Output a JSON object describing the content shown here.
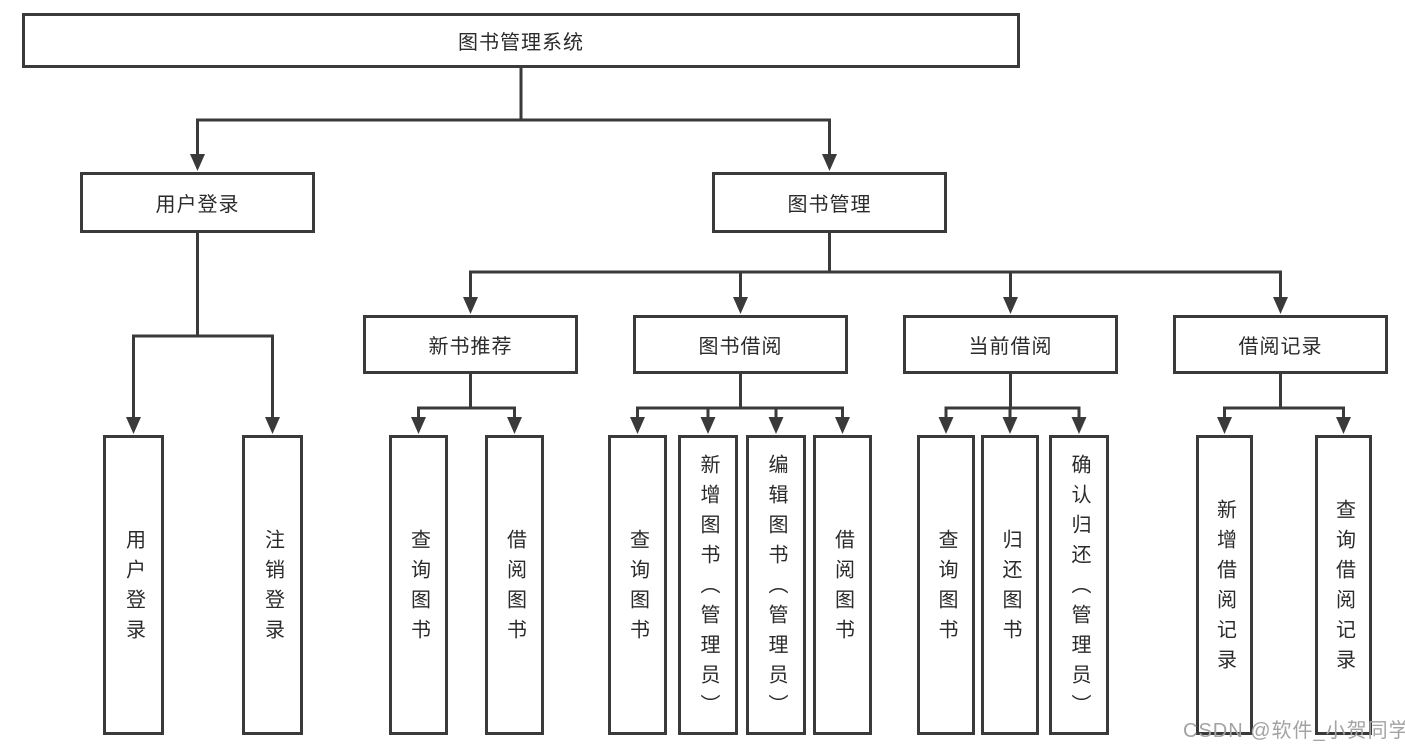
{
  "tree": {
    "label": "图书管理系统",
    "children": [
      {
        "label": "用户登录",
        "children": [
          {
            "label": "用户登录"
          },
          {
            "label": "注销登录"
          }
        ]
      },
      {
        "label": "图书管理",
        "children": [
          {
            "label": "新书推荐",
            "children": [
              {
                "label": "查询图书"
              },
              {
                "label": "借阅图书"
              }
            ]
          },
          {
            "label": "图书借阅",
            "children": [
              {
                "label": "查询图书"
              },
              {
                "label": "新增图书（管理员）"
              },
              {
                "label": "编辑图书（管理员）"
              },
              {
                "label": "借阅图书"
              }
            ]
          },
          {
            "label": "当前借阅",
            "children": [
              {
                "label": "查询图书"
              },
              {
                "label": "归还图书"
              },
              {
                "label": "确认归还（管理员）"
              }
            ]
          },
          {
            "label": "借阅记录",
            "children": [
              {
                "label": "新增借阅记录"
              },
              {
                "label": "查询借阅记录"
              }
            ]
          }
        ]
      }
    ]
  },
  "watermark": {
    "text": "CSDN @软件_小贺同学"
  },
  "colors": {
    "line": "#3a3a3a",
    "box_border": "#3a3a3a",
    "text": "#2b2b2b",
    "watermark": "#a3a3a3",
    "background": "#ffffff"
  }
}
